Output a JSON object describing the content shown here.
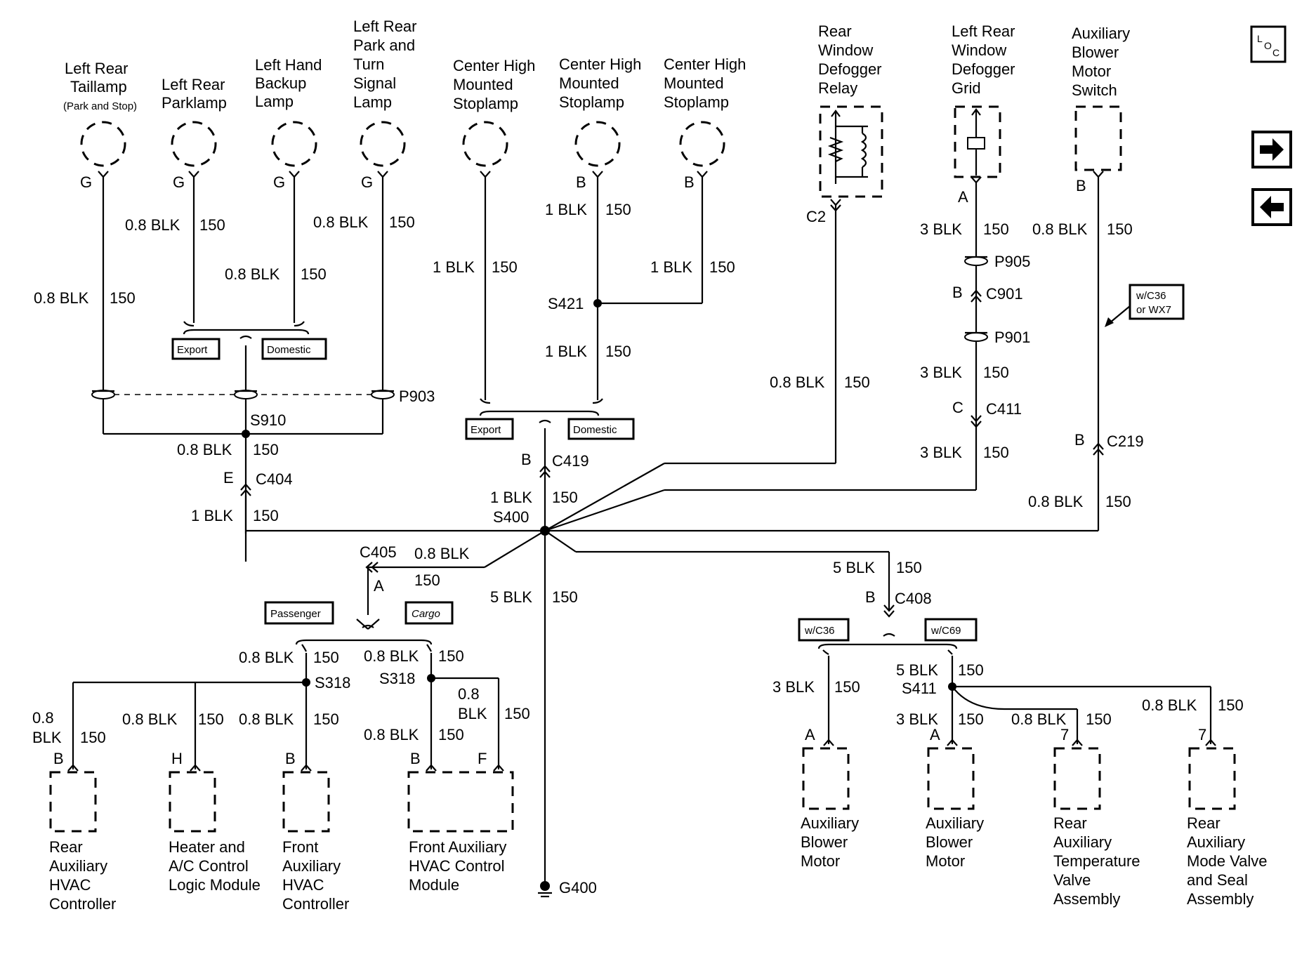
{
  "nav": {
    "loc_label": "L₀ᴄ",
    "loc_L": "L",
    "loc_O": "O",
    "loc_C": "C",
    "forward_icon": "arrow-right-icon",
    "back_icon": "arrow-left-icon"
  },
  "components_top": {
    "lr_taillamp": [
      "Left Rear",
      "Taillamp",
      "(Park and Stop)"
    ],
    "lr_parklamp": [
      "Left Rear",
      "Parklamp"
    ],
    "lh_backup": [
      "Left Hand",
      "Backup",
      "Lamp"
    ],
    "lr_turn": [
      "Left Rear",
      "Park and",
      "Turn",
      "Signal",
      "Lamp"
    ],
    "chmsl1": [
      "Center High",
      "Mounted",
      "Stoplamp"
    ],
    "chmsl2": [
      "Center High",
      "Mounted",
      "Stoplamp"
    ],
    "chmsl3": [
      "Center High",
      "Mounted",
      "Stoplamp"
    ],
    "defog_relay": [
      "Rear",
      "Window",
      "Defogger",
      "Relay"
    ],
    "defog_grid": [
      "Left Rear",
      "Window",
      "Defogger",
      "Grid"
    ],
    "aux_switch": [
      "Auxiliary",
      "Blower",
      "Motor",
      "Switch"
    ]
  },
  "components_bottom": {
    "rear_aux_hvac": [
      "Rear",
      "Auxiliary",
      "HVAC",
      "Controller"
    ],
    "heater_ac": [
      "Heater and",
      "A/C Control",
      "Logic Module"
    ],
    "front_aux_hvac": [
      "Front",
      "Auxiliary",
      "HVAC",
      "Controller"
    ],
    "front_aux_module": [
      "Front Auxiliary",
      "HVAC Control",
      "Module"
    ],
    "aux_blower1": [
      "Auxiliary",
      "Blower",
      "Motor"
    ],
    "aux_blower2": [
      "Auxiliary",
      "Blower",
      "Motor"
    ],
    "rear_temp_valve": [
      "Rear",
      "Auxiliary",
      "Temperature",
      "Valve",
      "Assembly"
    ],
    "rear_mode_valve": [
      "Rear",
      "Auxiliary",
      "Mode Valve",
      "and Seal",
      "Assembly"
    ]
  },
  "pins": {
    "g1": "G",
    "g2": "G",
    "g3": "G",
    "g4": "G",
    "b_chmsl2": "B",
    "b_chmsl3": "B",
    "c2": "C2",
    "a_grid": "A",
    "b_switch": "B",
    "b_c901": "B",
    "c_c411": "C",
    "b_c219": "B",
    "e_c404": "E",
    "b_c419": "B",
    "a_c405": "A",
    "b_c408": "B",
    "b_rear_hvac": "B",
    "h_heater": "H",
    "b_front_hvac": "B",
    "b_module": "B",
    "f_module": "F",
    "a_blower1": "A",
    "a_blower2": "A",
    "p7_temp": "7",
    "p7_mode": "7"
  },
  "wires": {
    "blk08": "0.8 BLK",
    "blk1": "1 BLK",
    "blk3": "3 BLK",
    "blk5": "5 BLK",
    "circuit": "150",
    "blk08_stack_1": "0.8",
    "blk08_stack_2": "BLK"
  },
  "connectors": {
    "p903": "P903",
    "s910": "S910",
    "c404": "C404",
    "s421": "S421",
    "c419": "C419",
    "s400": "S400",
    "p905": "P905",
    "c901": "C901",
    "p901": "P901",
    "c411": "C411",
    "c219": "C219",
    "c405": "C405",
    "s318a": "S318",
    "s318b": "S318",
    "c408": "C408",
    "s411": "S411",
    "g400": "G400"
  },
  "option_tags": {
    "export1": "Export",
    "domestic1": "Domestic",
    "export2": "Export",
    "domestic2": "Domestic",
    "passenger": "Passenger",
    "cargo": "Cargo",
    "wc36": "w/C36",
    "wc69": "w/C69",
    "wc36_wx7_1": "w/C36",
    "wc36_wx7_2": "or WX7"
  }
}
